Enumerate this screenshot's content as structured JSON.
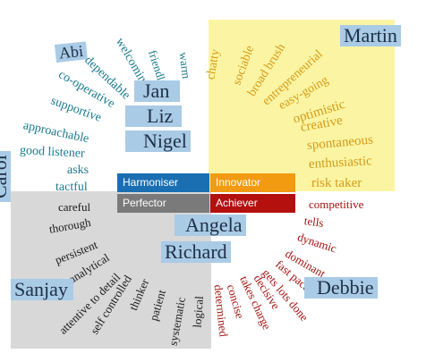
{
  "colors": {
    "harmoniser": "#1a6fb3",
    "innovator": "#f29b11",
    "perfector": "#7a7a7a",
    "achiever": "#b3100e",
    "innovator_zone": "#fbf5a3",
    "perfector_zone": "#d8d8d8",
    "name_highlight": "#a9cbe6"
  },
  "legend": {
    "harmoniser": "Harmoniser",
    "innovator": "Innovator",
    "perfector": "Perfector",
    "achiever": "Achiever"
  },
  "names": {
    "martin": "Martin",
    "abi": "Abi",
    "jan": "Jan",
    "liz": "Liz",
    "nigel": "Nigel",
    "carol": "Carol",
    "angela": "Angela",
    "richard": "Richard",
    "sanjay": "Sanjay",
    "debbie": "Debbie"
  },
  "harmoniser_words": [
    "warm",
    "friendly",
    "welcoming",
    "dependable",
    "co-operative",
    "supportive",
    "approachable",
    "good listener",
    "asks",
    "tactful"
  ],
  "innovator_words": [
    "chatty",
    "sociable",
    "broad brush",
    "entrepreneurial",
    "easy-going",
    "optimistic",
    "creative",
    "spontaneous",
    "enthusiastic",
    "risk taker"
  ],
  "perfector_words": [
    "careful",
    "thorough",
    "persistent",
    "analytical",
    "attentive to detail",
    "self controlled",
    "thinker",
    "patient",
    "systematic",
    "logical"
  ],
  "achiever_words": [
    "competitive",
    "tells",
    "dynamic",
    "dominant",
    "fast paced",
    "gets lots done",
    "decisive",
    "takes charge",
    "concise",
    "determined"
  ]
}
